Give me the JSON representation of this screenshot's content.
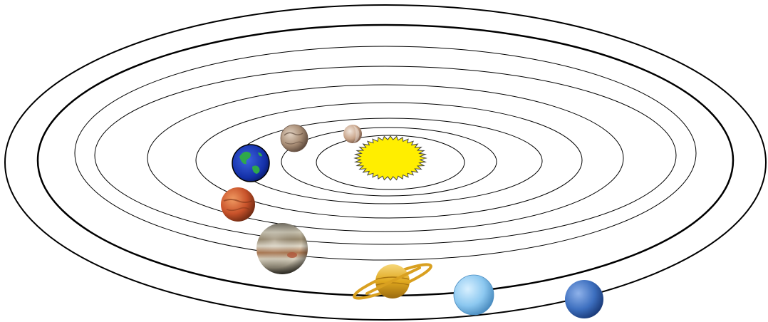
{
  "diagram": {
    "subject": "solar-system",
    "sun": {
      "name": "sun",
      "color": "#ffee00",
      "outline": "#444444"
    },
    "orbits_count": 9,
    "planets": [
      {
        "name": "mercury",
        "color": "#d9c2b0"
      },
      {
        "name": "venus",
        "color": "#b59a82"
      },
      {
        "name": "earth",
        "color": "#1f3fbf",
        "accent": "#2fa84a"
      },
      {
        "name": "mars",
        "color": "#c8522a"
      },
      {
        "name": "jupiter",
        "color": "#b8b2a2"
      },
      {
        "name": "saturn",
        "color": "#e0a81e"
      },
      {
        "name": "uranus",
        "color": "#8cc8f0"
      },
      {
        "name": "neptune",
        "color": "#3d6fbf"
      }
    ]
  }
}
